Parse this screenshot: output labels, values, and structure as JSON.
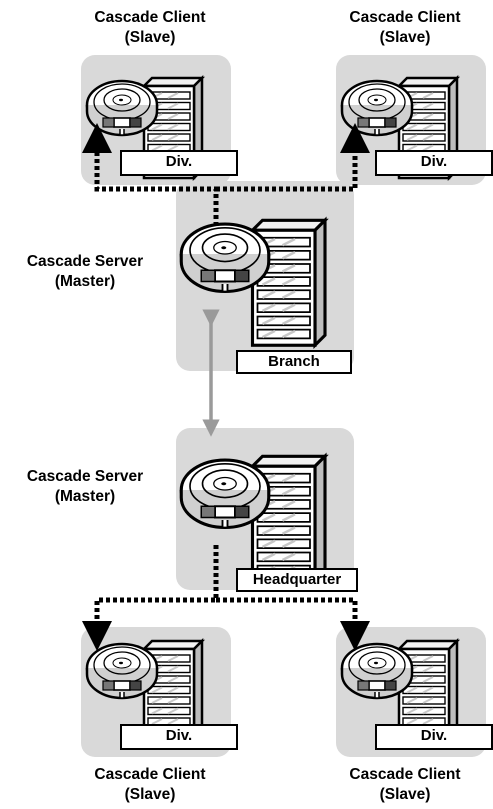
{
  "nodes": {
    "client_top_left": {
      "role": "Cascade Client",
      "mode": "(Slave)",
      "tag": "Div."
    },
    "client_top_right": {
      "role": "Cascade Client",
      "mode": "(Slave)",
      "tag": "Div."
    },
    "server_branch": {
      "role": "Cascade Server",
      "mode": "(Master)",
      "tag": "Branch"
    },
    "server_headquarter": {
      "role": "Cascade Server",
      "mode": "(Master)",
      "tag": "Headquarter"
    },
    "client_bottom_left": {
      "role": "Cascade Client",
      "mode": "(Slave)",
      "tag": "Div."
    },
    "client_bottom_right": {
      "role": "Cascade Client",
      "mode": "(Slave)",
      "tag": "Div."
    }
  },
  "colors": {
    "panel": "#d9d9d9",
    "solid_link": "#9a9a9a",
    "dotted_link": "#000000"
  },
  "icons": [
    "conference-phone-icon",
    "server-rack-icon"
  ]
}
